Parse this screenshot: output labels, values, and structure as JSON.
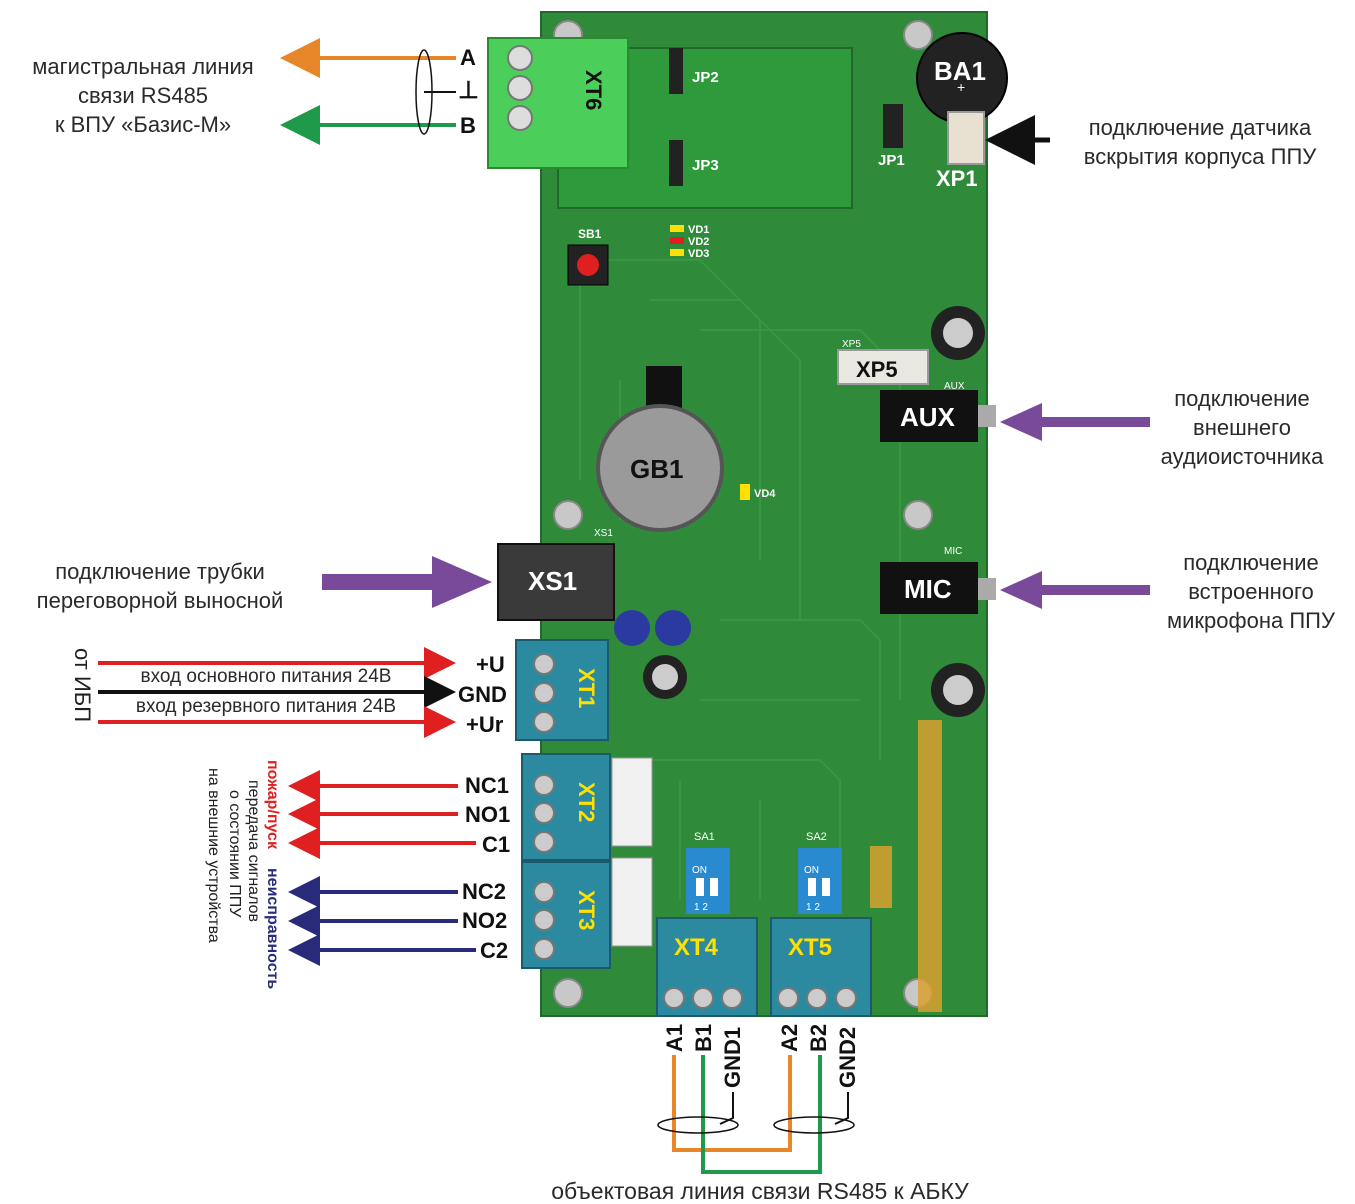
{
  "title": "",
  "colors": {
    "board": "#2f8a3a",
    "board_dark": "#1f6a2a",
    "orange": "#e8862a",
    "green_wire": "#1e9a4a",
    "purple": "#7a4a9a",
    "red": "#e02020",
    "navy": "#2a2a7a",
    "terminal_green": "#4ccf5a",
    "terminal_teal": "#2c8aa0",
    "label_yellow": "#ffe000"
  },
  "labels": {
    "rs485_main": [
      "магистральная линия",
      "связи RS485",
      "к ВПУ «Базис-М»"
    ],
    "tamper": [
      "подключение датчика",
      "вскрытия корпуса ППУ"
    ],
    "aux_in": [
      "подключение",
      "внешнего",
      "аудиоисточника"
    ],
    "handset": [
      "подключение трубки",
      "переговорной выносной"
    ],
    "mic_in": [
      "подключение",
      "встроенного",
      "микрофона ППУ"
    ],
    "power_main": "вход основного питания 24В",
    "power_reserve": "вход резервного питания 24В",
    "from_ups": "от ИБП",
    "fire": "пожар/пуск",
    "signals": [
      "передача сигналов",
      "о состоянии ППУ",
      "на внешние устройства"
    ],
    "fault": "неисправность",
    "object_line": "объектовая линия связи RS485 к АБКУ"
  },
  "components": {
    "xt6": "XT6",
    "jp2": "JP2",
    "jp3": "JP3",
    "jp1": "JP1",
    "ba1": "BA1",
    "xp1": "XP1",
    "sb1": "SB1",
    "vd1": "VD1",
    "vd2": "VD2",
    "vd3": "VD3",
    "vd4": "VD4",
    "xp5": "XP5",
    "xp5_small": "XP5",
    "aux": "AUX",
    "aux_small": "AUX",
    "gb1": "GB1",
    "xs1": "XS1",
    "xs1_small": "XS1",
    "mic": "MIC",
    "mic_small": "MIC",
    "xt1": "XT1",
    "xt2": "XT2",
    "xt3": "XT3",
    "xt4": "XT4",
    "xt5": "XT5",
    "sa1": "SA1",
    "sa2": "SA2",
    "on": "ON",
    "sw12": "1 2"
  },
  "pins": {
    "xt6": [
      "A",
      "⊥",
      "B"
    ],
    "xt1": [
      "+U",
      "GND",
      "+Ur"
    ],
    "xt2": [
      "NC1",
      "NO1",
      "C1"
    ],
    "xt3": [
      "NC2",
      "NO2",
      "C2"
    ],
    "xt4": [
      "A1",
      "B1",
      "GND1"
    ],
    "xt5": [
      "A2",
      "B2",
      "GND2"
    ]
  }
}
